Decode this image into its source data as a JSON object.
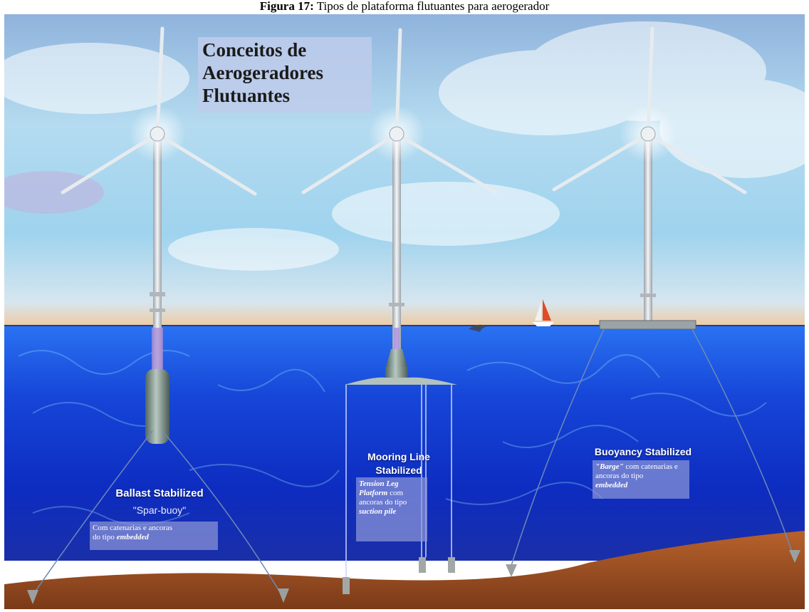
{
  "caption": {
    "label": "Figura 17:",
    "text": "Tipos de plataforma flutuantes para aerogerador"
  },
  "title": "Conceitos de\nAerogeradores\nFlutuantes",
  "concepts": [
    {
      "name": "Ballast Stabilized",
      "subtitle": "\"Spar-buoy\"",
      "note_plain": "Com catenarias e ancoras",
      "note_mixed_pre": "do tipo ",
      "note_mixed_em": "embedded"
    },
    {
      "name_line1": "Mooring Line",
      "name_line2": "Stabilized",
      "note_line1_em": "Tension Leg",
      "note_line2_em": "Platform",
      "note_line2_post": " com",
      "note_line3": "ancoras do tipo",
      "note_line4_em": "suction pile"
    },
    {
      "name": "Buoyancy Stabilized",
      "note_line1_em": "\"Barge\"",
      "note_line1_post": " com catenarias e",
      "note_line2": "ancoras do tipo",
      "note_line3_em": "embedded"
    }
  ],
  "colors": {
    "sky_top": "#7fa8d8",
    "sky_mid": "#a9d8f2",
    "horizon": "#f2c79a",
    "sea_top": "#1f5ee8",
    "sea_deep": "#0a1fb0",
    "seabed": "#9a4e22",
    "tower": "#d9dde2",
    "floater": "#8fa39c"
  }
}
